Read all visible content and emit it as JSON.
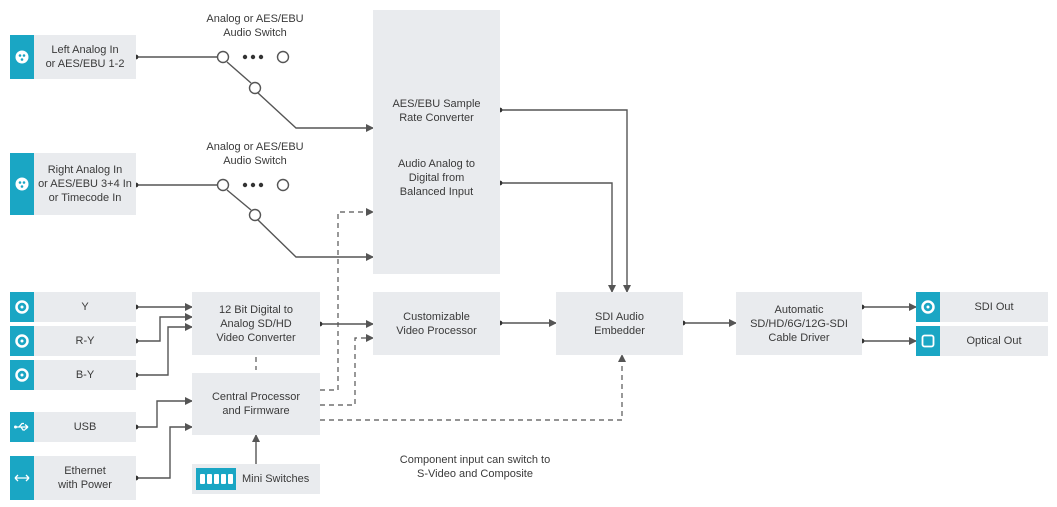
{
  "colors": {
    "accent": "#1aa6c4",
    "box": "#e9ebee",
    "line": "#555555"
  },
  "switch_labels": [
    "Analog or AES/EBU\nAudio Switch",
    "Analog or AES/EBU\nAudio Switch"
  ],
  "inputs": {
    "left_audio": {
      "label": "Left Analog In\nor AES/EBU 1-2",
      "icon": "xlr-connector-icon"
    },
    "right_audio": {
      "label": "Right Analog In\nor AES/EBU 3+4 In\nor Timecode In",
      "icon": "xlr-connector-icon"
    },
    "y": {
      "label": "Y",
      "icon": "bnc-connector-icon"
    },
    "ry": {
      "label": "R-Y",
      "icon": "bnc-connector-icon"
    },
    "by": {
      "label": "B-Y",
      "icon": "bnc-connector-icon"
    },
    "usb": {
      "label": "USB",
      "icon": "usb-icon"
    },
    "ethernet": {
      "label": "Ethernet\nwith Power",
      "icon": "ethernet-icon"
    }
  },
  "blocks": {
    "aes_src": "AES/EBU Sample\nRate Converter",
    "adc": "Audio Analog to\nDigital from\nBalanced Input",
    "converter": "12 Bit Digital to\nAnalog SD/HD\nVideo Converter",
    "cpu": "Central Processor\nand Firmware",
    "processor": "Customizable\nVideo Processor",
    "embedder": "SDI Audio\nEmbedder",
    "driver": "Automatic\nSD/HD/6G/12G-SDI\nCable Driver"
  },
  "outputs": {
    "sdi": {
      "label": "SDI Out",
      "icon": "bnc-connector-icon"
    },
    "optical": {
      "label": "Optical Out",
      "icon": "optical-connector-icon"
    }
  },
  "mini_switches": {
    "label": "Mini Switches",
    "icon": "dip-switch-icon"
  },
  "note": "Component input can switch to\nS-Video and Composite"
}
